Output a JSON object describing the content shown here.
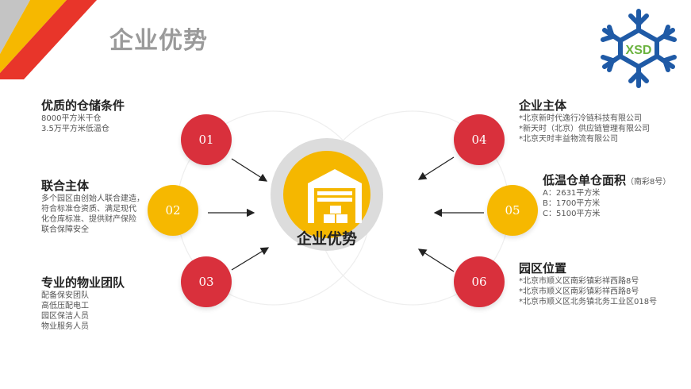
{
  "title": "企业优势",
  "logo": {
    "text": "XSD",
    "colors": {
      "snowflake": "#1f5aa6",
      "text": "#6ab23e"
    }
  },
  "colors": {
    "red": "#d9303c",
    "yellow": "#f6b800",
    "gray": "#dcdcdc"
  },
  "center": {
    "label": "企业优势",
    "icon": "warehouse-icon"
  },
  "nodes": [
    {
      "num": "01",
      "title": "优质的仓储条件",
      "lines": [
        "8000平方米干仓",
        "3.5万平方米低温仓"
      ]
    },
    {
      "num": "02",
      "title": "联合主体",
      "lines": [
        "多个园区由创始人联合建造，",
        "符合标准仓资质、满足现代",
        "化仓库标准、提供财产保险",
        "联合保障安全"
      ]
    },
    {
      "num": "03",
      "title": "专业的物业团队",
      "lines": [
        "配备保安团队",
        "高低压配电工",
        "园区保洁人员",
        "物业服务人员"
      ]
    },
    {
      "num": "04",
      "title": "企业主体",
      "lines": [
        "*北京新时代逸行冷链科技有限公司",
        "*新天时（北京）供应链管理有限公司",
        "*北京天时丰益物流有限公司"
      ]
    },
    {
      "num": "05",
      "title": "低温仓单仓面积",
      "subtitle": "（南彩8号）",
      "lines": [
        "A：2631平方米",
        "B：1700平方米",
        "C：5100平方米"
      ]
    },
    {
      "num": "06",
      "title": "园区位置",
      "lines": [
        "*北京市顺义区南彩镇彩祥西路8号",
        "*北京市顺义区南彩镇彩祥西路8号",
        "*北京市顺义区北务镇北务工业区018号"
      ]
    }
  ]
}
